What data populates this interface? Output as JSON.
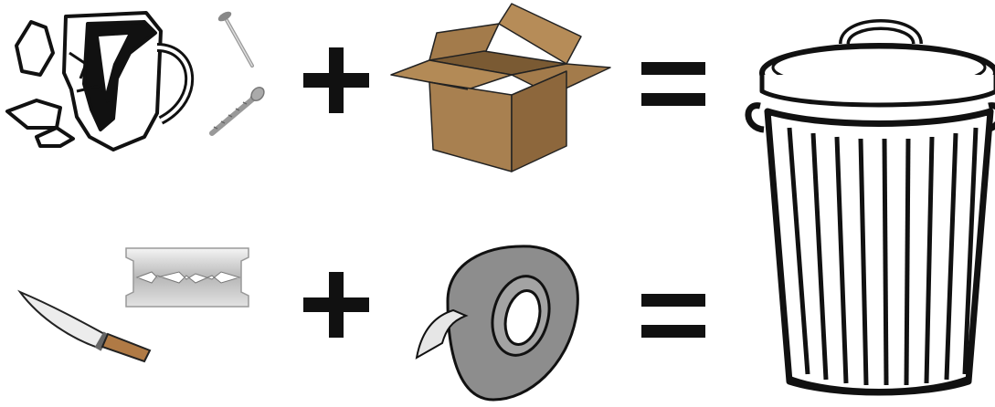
{
  "equations": [
    {
      "left_items": [
        "broken-mug-icon",
        "nail-icon",
        "screw-icon"
      ],
      "operator": "plus",
      "right_item": "cardboard-box-icon",
      "result_symbol": "equals"
    },
    {
      "left_items": [
        "kitchen-knife-icon",
        "razor-blade-icon"
      ],
      "operator": "plus",
      "right_item": "duct-tape-icon",
      "result_symbol": "equals"
    }
  ],
  "result": "trash-can-icon",
  "colors": {
    "ink": "#111111",
    "box_brown": "#a37b4b",
    "box_dark": "#7a5a33",
    "tape_gray": "#8d8d8d",
    "blade_silver": "#c9c9c9",
    "handle_wood": "#b07a45"
  }
}
